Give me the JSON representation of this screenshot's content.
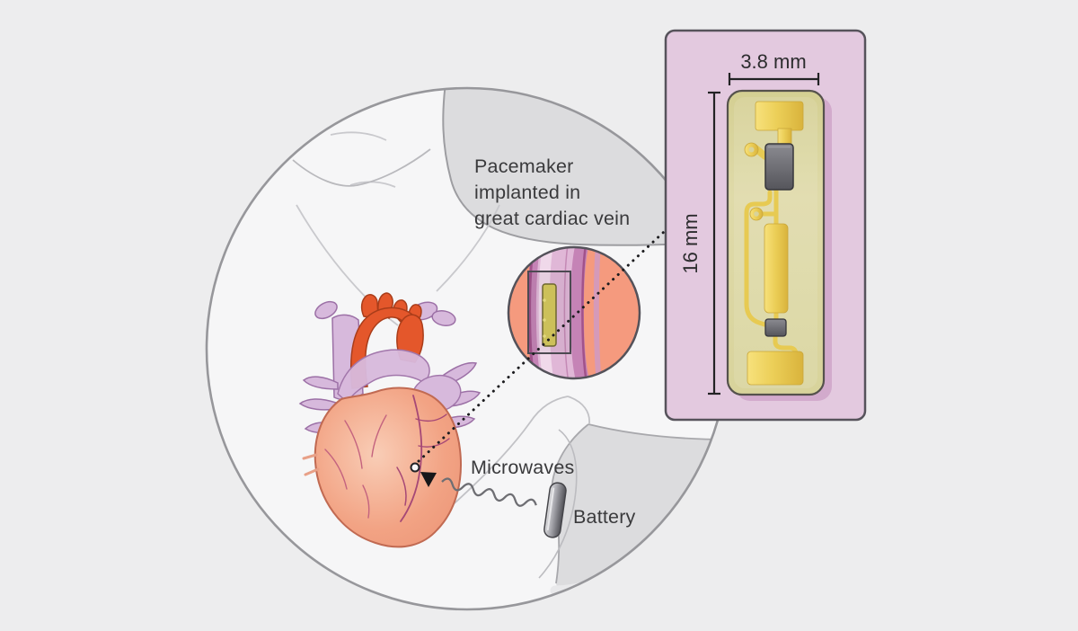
{
  "figure": {
    "title": "Pacemaker implanted in great cardiac vein",
    "callout": {
      "line1": "Pacemaker",
      "line2": "implanted in",
      "line3": "great cardiac vein"
    },
    "labels": {
      "microwaves": "Microwaves",
      "battery": "Battery"
    },
    "device_panel": {
      "width_label": "3.8 mm",
      "height_label": "16 mm"
    },
    "colors": {
      "background": "#ededee",
      "body_circle_fill": "#f6f6f7",
      "body_shading": "#dcdcde",
      "outline_gray": "#97979b",
      "panel_fill": "#e3c9df",
      "panel_border": "#56535b",
      "device_body": "#d8d39b",
      "gold_light": "#f7e17c",
      "gold_mid": "#eccf58",
      "gold_dark": "#d9b33c",
      "chip_light": "#8b8b91",
      "chip_dark": "#55555b",
      "inset_bg": "#f59a7e",
      "vein_outer": "#c583b6",
      "vein_mid": "#e0b7d7",
      "vein_highlight": "#f0d9ea",
      "vein_edge": "#a1528b",
      "implant_fill": "#ccc05a",
      "implant_border": "#6d672f",
      "heart_light": "#f9cdb6",
      "heart_mid": "#f2a384",
      "heart_outline": "#c16a52",
      "aorta": "#e4572b",
      "aorta_outline": "#a93d1a",
      "lavender": "#d7b9dc",
      "lavender_outline": "#9c70a6",
      "coronary": "#a64876",
      "battery_light": "#dfdfe1",
      "battery_dark": "#505056",
      "dotted_line": "#1c1c1f",
      "dimension_line": "#232325"
    }
  }
}
